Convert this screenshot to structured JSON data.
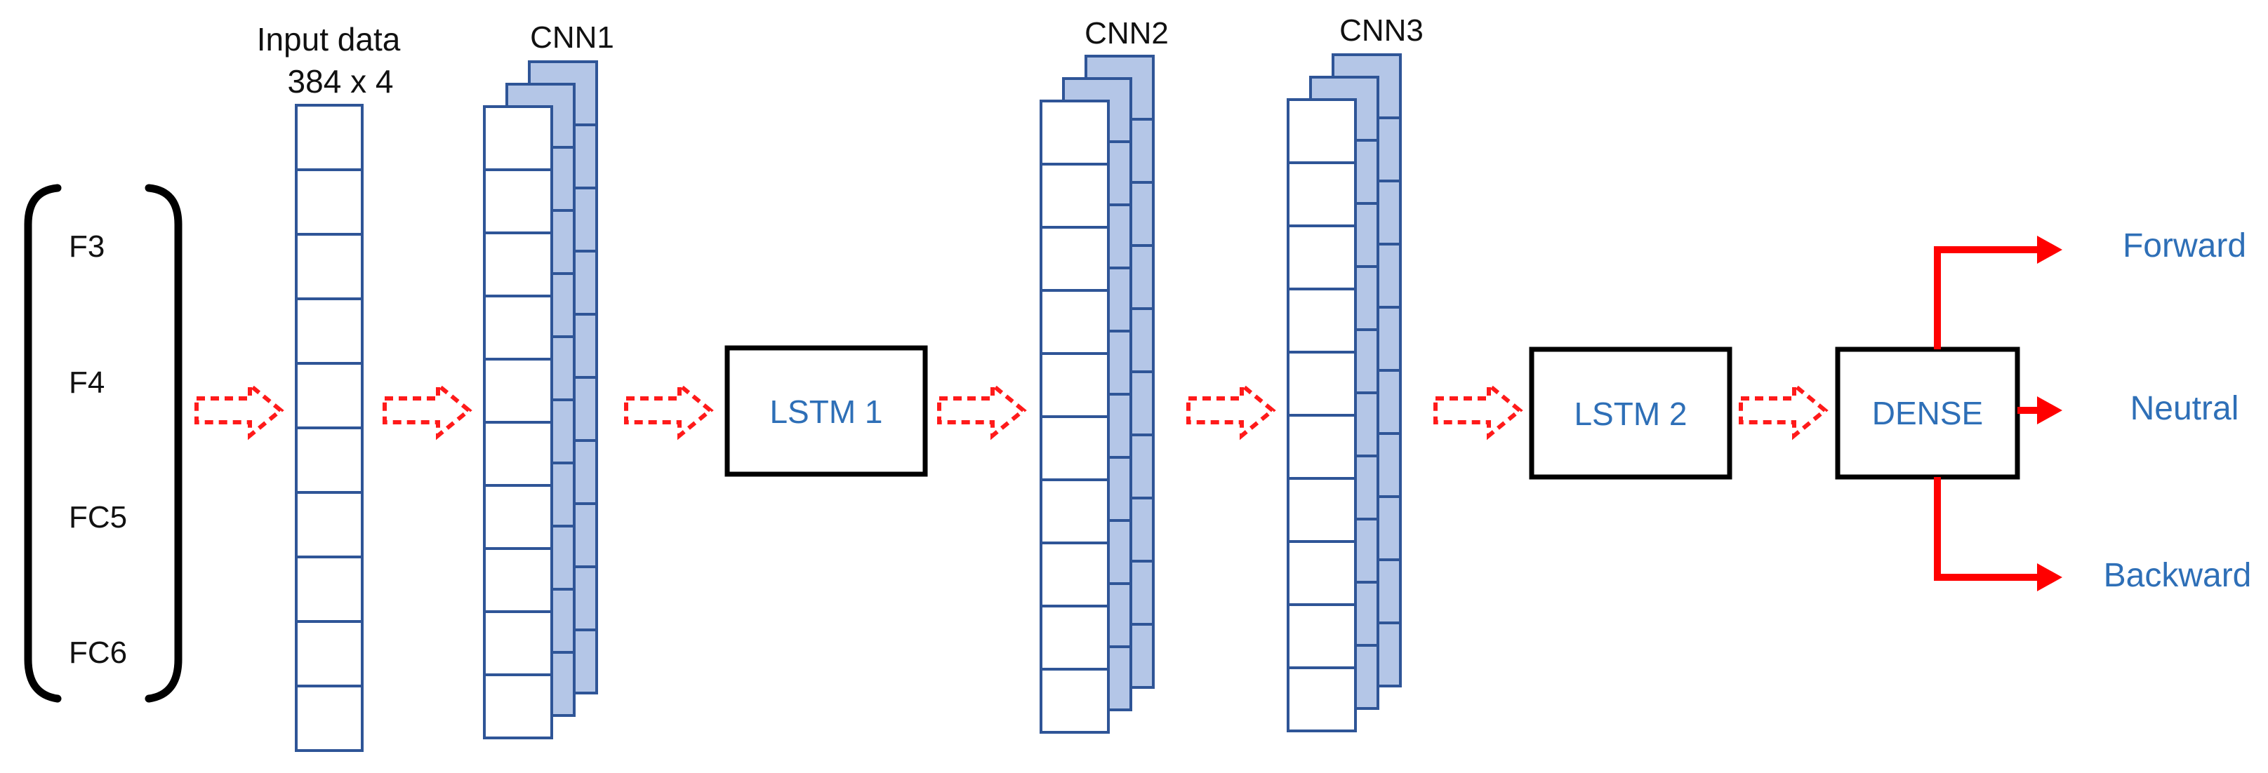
{
  "inputs": {
    "channels": [
      "F3",
      "F4",
      "FC5",
      "FC6"
    ]
  },
  "input_layer": {
    "title": "Input data",
    "shape": "384 x 4"
  },
  "cnn_layers": [
    {
      "label": "CNN1"
    },
    {
      "label": "CNN2"
    },
    {
      "label": "CNN3"
    }
  ],
  "lstm_layers": [
    {
      "label": "LSTM 1"
    },
    {
      "label": "LSTM 2"
    }
  ],
  "dense": {
    "label": "DENSE"
  },
  "outputs": [
    "Forward",
    "Neutral",
    "Backward"
  ],
  "colors": {
    "cell_border": "#2f5597",
    "cell_back_fill": "#b4c6e7",
    "flow_arrow": "#ff1a1a",
    "output_arrow": "#ff0000",
    "blue_text": "#2e6fb7"
  }
}
